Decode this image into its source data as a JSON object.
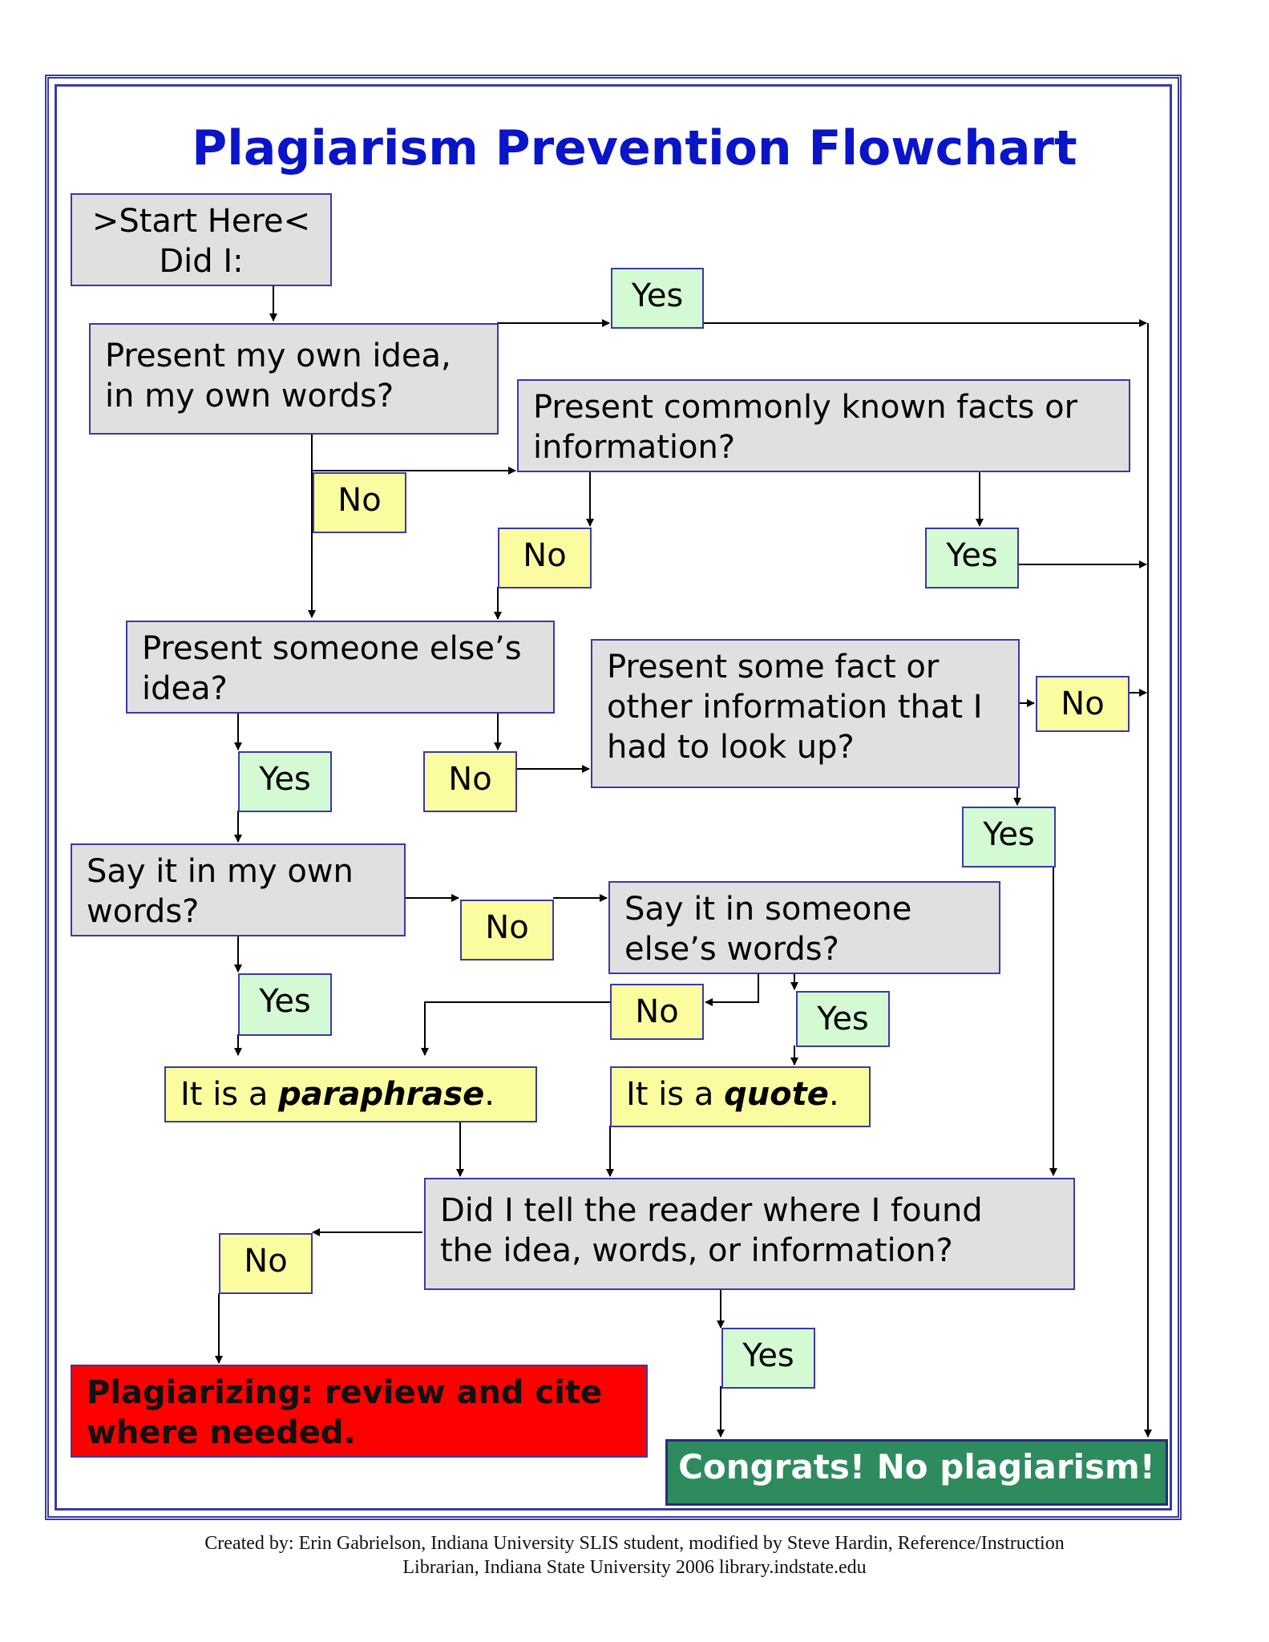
{
  "title": "Plagiarism Prevention Flowchart",
  "nodes": {
    "start": ">Start Here<\nDid I:",
    "own_idea": "Present my own idea,\nin my own words?",
    "common_facts": "Present commonly known facts or\ninformation?",
    "someone_else_idea": "Present someone else’s\nidea?",
    "looked_up": "Present some fact or\nother information that I\nhad to look up?",
    "own_words": "Say it in my own\nwords?",
    "someone_words": "Say it in someone\nelse’s words?",
    "paraphrase": {
      "prefix": "It is a ",
      "emph": "paraphrase",
      "suffix": "."
    },
    "quote": {
      "prefix": "It is a ",
      "emph": "quote",
      "suffix": "."
    },
    "tell_reader": "Did I tell the reader where I found\nthe idea, words, or information?",
    "plagiarizing": "Plagiarizing: review and cite\nwhere needed.",
    "congrats": "Congrats! No plagiarism!"
  },
  "labels": {
    "yes": "Yes",
    "no": "No"
  },
  "credit": {
    "line1": "Created by: Erin Gabrielson, Indiana University SLIS student, modified by Steve Hardin, Reference/Instruction",
    "line2": "Librarian, Indiana State University 2006 library.indstate.edu"
  },
  "colors": {
    "border": "#3a3aa6",
    "title": "#0a14c8",
    "question_fill": "#e0e0e0",
    "yes_fill": "#d4fad4",
    "no_fill": "#fbfba0",
    "plagiarism_fill": "#ff0000",
    "congrats_fill": "#2e8b5e"
  }
}
